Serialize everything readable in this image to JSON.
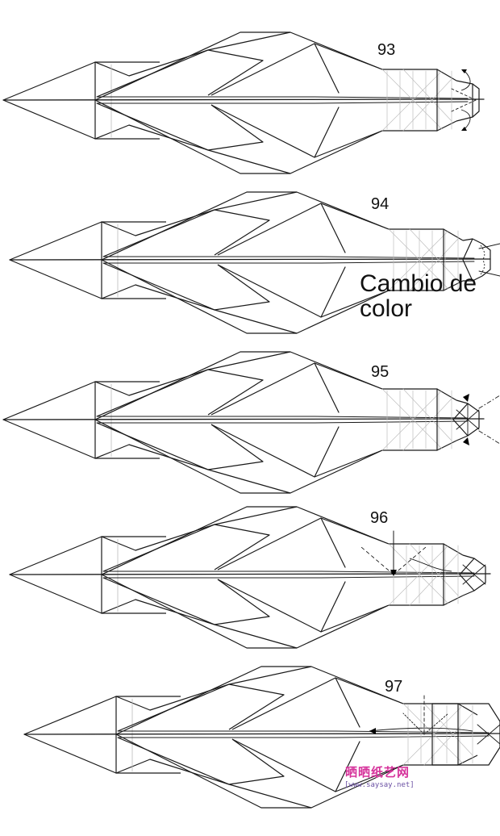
{
  "steps": [
    {
      "number": "93"
    },
    {
      "number": "94",
      "note_line1": "Cambio de",
      "note_line2": "color"
    },
    {
      "number": "95"
    },
    {
      "number": "96"
    },
    {
      "number": "97"
    }
  ],
  "watermark": {
    "chinese": "晒晒纸艺网",
    "url": "[www.saysay.net]"
  },
  "colors": {
    "line": "#1a1a1a",
    "crease": "#bdbdbd",
    "watermark_pink": "#d6339b",
    "watermark_purple": "#6a4fa3"
  }
}
